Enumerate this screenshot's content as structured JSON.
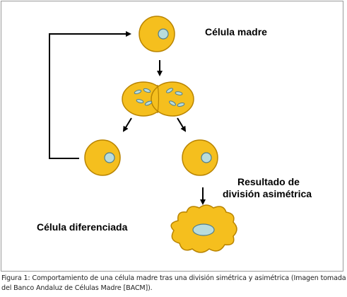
{
  "labels": {
    "stem_cell": "Célula madre",
    "result_line1": "Resultado de",
    "result_line2": "división asimétrica",
    "differentiated": "Célula diferenciada"
  },
  "caption": {
    "line1": "Figura 1: Comportamiento de una célula madre tras una división simétrica y asimétrica (Imagen tomada",
    "line2": "del Banco Andaluz de Células Madre [BACM])."
  },
  "colors": {
    "cell_fill": "#f5bf1e",
    "cell_stroke": "#b98400",
    "nucleus_fill": "#b9dcdc",
    "nucleus_stroke": "#4f7f8f",
    "arrow": "#000000"
  }
}
